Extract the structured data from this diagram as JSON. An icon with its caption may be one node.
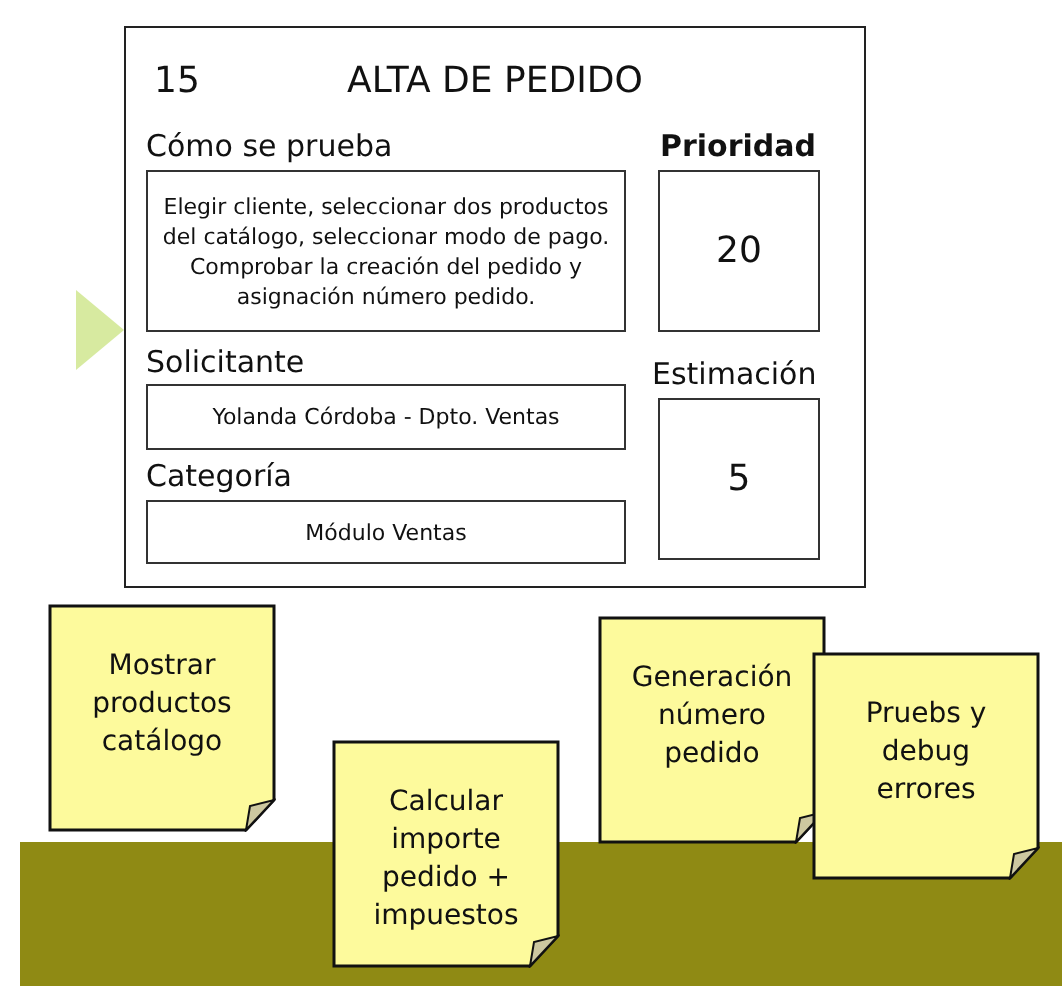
{
  "diagram": {
    "nodes": [
      {
        "text": [
          "15",
          "ALTA DE PEDIDO"
        ]
      },
      {
        "text": [
          "Cómo se prueba",
          "Elegir cliente, seleccionar dos productos del catálogo, seleccionar modo de pago. Comprobar la creación del pedido y asignación número pedido."
        ],
        "in": 0
      },
      {
        "text": [
          "Prioridad",
          "20"
        ],
        "in": 0
      },
      {
        "text": [
          "Solicitante",
          "Yolanda Córdoba - Dpto. Ventas"
        ],
        "in": 0
      },
      {
        "text": [
          "Estimación",
          "5"
        ],
        "in": 0
      },
      {
        "text": [
          "Categoría",
          "Módulo Ventas"
        ],
        "in": 0
      },
      {
        "text": [
          "Mostrar productos catálogo"
        ]
      },
      {
        "text": [
          "Calcular importe pedido + impuestos"
        ]
      },
      {
        "text": [
          "Generación número pedido"
        ]
      },
      {
        "text": [
          "Pruebs y debug errores"
        ]
      }
    ]
  }
}
